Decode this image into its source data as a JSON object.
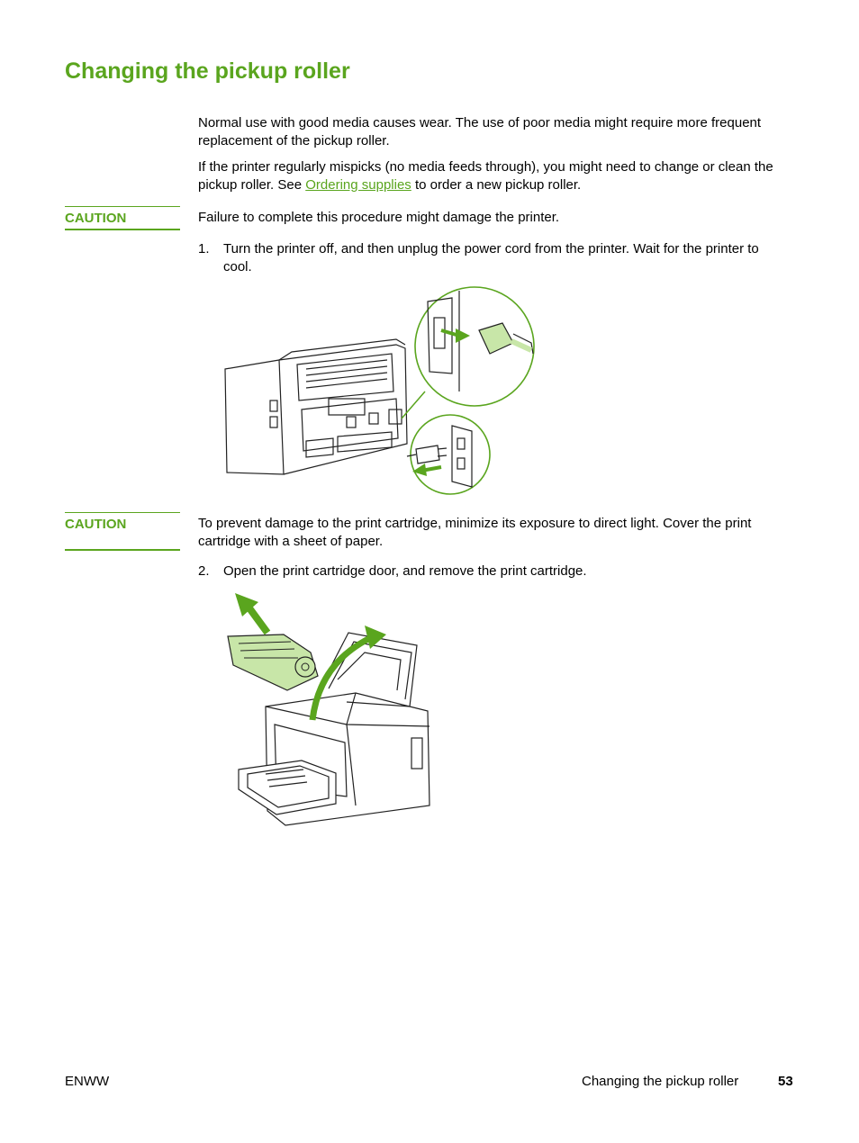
{
  "page": {
    "title": "Changing the pickup roller",
    "para1": "Normal use with good media causes wear. The use of poor media might require more frequent replacement of the pickup roller.",
    "para2_before": "If the printer regularly mispicks (no media feeds through), you might need to change or clean the pickup roller. See ",
    "para2_link": "Ordering supplies",
    "para2_after": " to order a new pickup roller.",
    "caution1_label": "CAUTION",
    "caution1_text": "Failure to complete this procedure might damage the printer.",
    "step1_num": "1.",
    "step1_text": "Turn the printer off, and then unplug the power cord from the printer. Wait for the printer to cool.",
    "caution2_label": "CAUTION",
    "caution2_text": "To prevent damage to the print cartridge, minimize its exposure to direct light. Cover the print cartridge with a sheet of paper.",
    "step2_num": "2.",
    "step2_text": "Open the print cartridge door, and remove the print cartridge."
  },
  "footer": {
    "left": "ENWW",
    "section": "Changing the pickup roller",
    "page_number": "53"
  },
  "colors": {
    "accent": "#5aa51e",
    "highlight_fill": "#c8e6a8"
  }
}
